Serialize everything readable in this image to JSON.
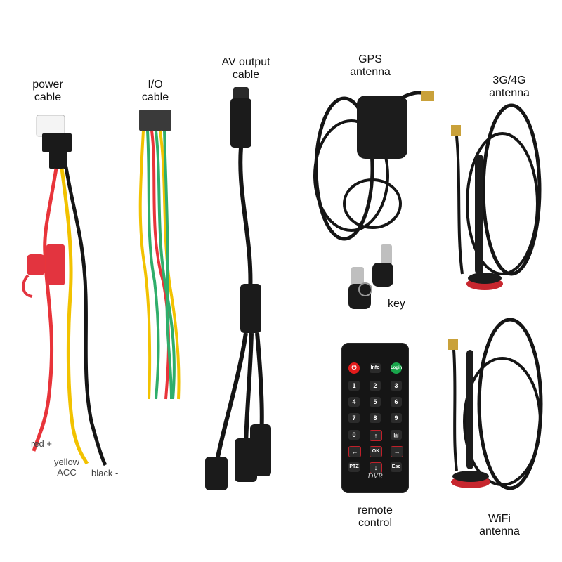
{
  "labels": {
    "power_cable": [
      "power",
      "cable"
    ],
    "io_cable": [
      "I/O",
      "cable"
    ],
    "av_output_cable": [
      "AV output",
      "cable"
    ],
    "gps_antenna": [
      "GPS",
      "antenna"
    ],
    "antenna_3g4g": [
      "3G/4G",
      "antenna"
    ],
    "key": "key",
    "remote_control": [
      "remote",
      "control"
    ],
    "wifi_antenna": [
      "WiFi",
      "antenna"
    ],
    "wire_red": "red +",
    "wire_yellow": [
      "yellow",
      "ACC"
    ],
    "wire_black": "black -"
  },
  "remote": {
    "brand": "DVR",
    "top_row": [
      "",
      "Info",
      "Login"
    ],
    "keypad": [
      "1",
      "2",
      "3",
      "4",
      "5",
      "6",
      "7",
      "8",
      "9"
    ],
    "zero": "0",
    "up": "↑",
    "grid": "⊞",
    "left": "←",
    "ok": "OK",
    "right": "→",
    "ptz": "PTZ",
    "down": "↓",
    "esc": "Esc"
  },
  "colors": {
    "background": "#ffffff",
    "cable_black": "#151515",
    "wire_red": "#e8343a",
    "wire_yellow": "#f2c200",
    "wire_green": "#2fae6b",
    "fuse_red": "#e3343f",
    "power_button": "#e21b1b",
    "login_button": "#19a54b"
  }
}
